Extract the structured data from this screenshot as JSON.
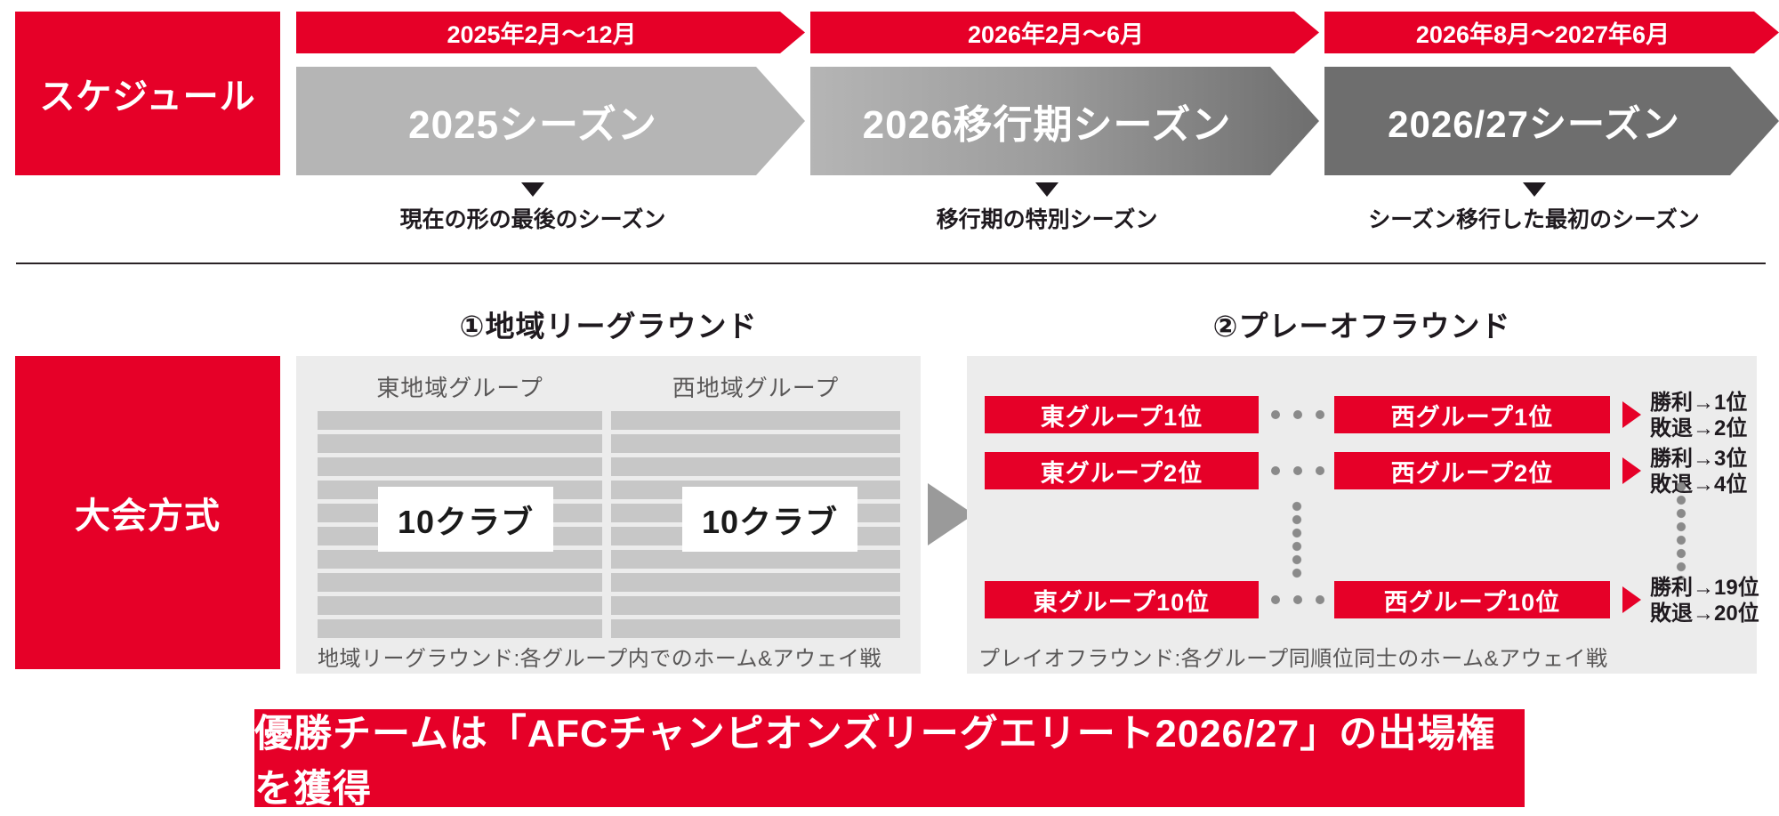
{
  "colors": {
    "red": "#e60028",
    "panel": "#ececec",
    "bar": "#c7c7c7",
    "arrow-light": "#b5b5b5",
    "arrow-dark": "#6e6e6e",
    "dot": "#8a8a8a",
    "caption": "#595757",
    "ink": "#1f1a1f"
  },
  "schedule": {
    "label": "スケジュール",
    "phases": [
      {
        "period": "2025年2月〜12月",
        "season": "2025シーズン",
        "note": "現在の形の最後のシーズン"
      },
      {
        "period": "2026年2月〜6月",
        "season": "2026移行期シーズン",
        "note": "移行期の特別シーズン"
      },
      {
        "period": "2026年8月〜2027年6月",
        "season": "2026/27シーズン",
        "note": "シーズン移行した最初のシーズン"
      }
    ]
  },
  "format": {
    "label": "大会方式",
    "league_round": {
      "title": "①地域リーグラウンド",
      "groups": [
        {
          "name": "東地域グループ",
          "clubs": "10クラブ",
          "rows": 10
        },
        {
          "name": "西地域グループ",
          "clubs": "10クラブ",
          "rows": 10
        }
      ],
      "caption": "地域リーグラウンド:各グループ内でのホーム&アウェイ戦"
    },
    "playoff_round": {
      "title": "②プレーオフラウンド",
      "matchups": [
        {
          "east": "東グループ1位",
          "west": "西グループ1位",
          "win": "勝利→1位",
          "lose": "敗退→2位"
        },
        {
          "east": "東グループ2位",
          "west": "西グループ2位",
          "win": "勝利→3位",
          "lose": "敗退→4位"
        },
        {
          "east": "東グループ10位",
          "west": "西グループ10位",
          "win": "勝利→19位",
          "lose": "敗退→20位"
        }
      ],
      "caption": "プレイオフラウンド:各グループ同順位同士のホーム&アウェイ戦"
    }
  },
  "footer": {
    "text": "優勝チームは「AFCチャンピオンズリーグエリート2026/27」の出場権を獲得"
  }
}
